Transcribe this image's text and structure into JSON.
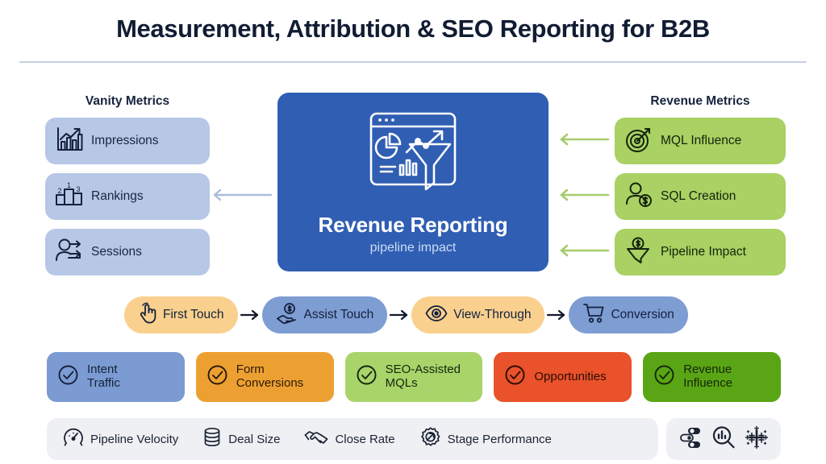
{
  "header": {
    "title": "Measurement, Attribution & SEO Reporting for B2B"
  },
  "left_column": {
    "heading": "Vanity Metrics",
    "items": [
      {
        "label": "Impressions",
        "icon": "bar-chart-trend-icon"
      },
      {
        "label": "Rankings",
        "icon": "podium-ranking-icon"
      },
      {
        "label": "Sessions",
        "icon": "user-sessions-icon"
      }
    ]
  },
  "right_column": {
    "heading": "Revenue Metrics",
    "items": [
      {
        "label": "MQL Influence",
        "icon": "target-dart-icon"
      },
      {
        "label": "SQL Creation",
        "icon": "user-dollar-icon"
      },
      {
        "label": "Pipeline Impact",
        "icon": "funnel-dollar-icon"
      }
    ]
  },
  "hub": {
    "title": "Revenue Reporting",
    "subtitle": "pipeline impact",
    "icon": "dashboard-funnel-icon"
  },
  "journey": {
    "steps": [
      {
        "label": "First Touch",
        "icon": "tap-cursor-icon",
        "tone": "orange"
      },
      {
        "label": "Assist Touch",
        "icon": "hand-dollar-icon",
        "tone": "blue"
      },
      {
        "label": "View-Through",
        "icon": "eye-icon",
        "tone": "orange"
      },
      {
        "label": "Conversion",
        "icon": "shopping-cart-icon",
        "tone": "blue"
      }
    ],
    "connector_icon": "arrow-right-icon"
  },
  "outcome_cards": [
    {
      "label": "Intent\nTraffic",
      "color": "#7b9bd2",
      "text_color": "#15213a",
      "icon": "check-circle-icon"
    },
    {
      "label": "Form\nConversions",
      "color": "#eda032",
      "text_color": "#2b1a05",
      "icon": "check-circle-icon"
    },
    {
      "label": "SEO-Assisted\nMQLs",
      "color": "#a8d46a",
      "text_color": "#16270c",
      "icon": "check-circle-icon"
    },
    {
      "label": "Opportunities",
      "color": "#e9522a",
      "text_color": "#2b0c04",
      "icon": "check-circle-icon"
    },
    {
      "label": "Revenue\nInfluence",
      "color": "#5aa515",
      "text_color": "#14260a",
      "icon": "check-circle-icon"
    }
  ],
  "bottom_metrics": [
    {
      "label": "Pipeline Velocity",
      "icon": "speedometer-icon"
    },
    {
      "label": "Deal Size",
      "icon": "coin-stack-icon"
    },
    {
      "label": "Close Rate",
      "icon": "handshake-icon"
    },
    {
      "label": "Stage Performance",
      "icon": "gear-arrow-icon"
    }
  ],
  "tool_logos": [
    {
      "icon": "toggle-switches-icon"
    },
    {
      "icon": "magnifier-bars-icon"
    },
    {
      "icon": "plus-grid-icon"
    }
  ],
  "colors": {
    "hub_blue": "#2f5eb3",
    "vanity_chip": "#b7c7e6",
    "revenue_chip": "#a9d163",
    "pill_orange": "#fad08e",
    "pill_blue": "#7e9dd3",
    "rule": "#c3cfe2",
    "bottom_bar": "#eef0f4"
  }
}
